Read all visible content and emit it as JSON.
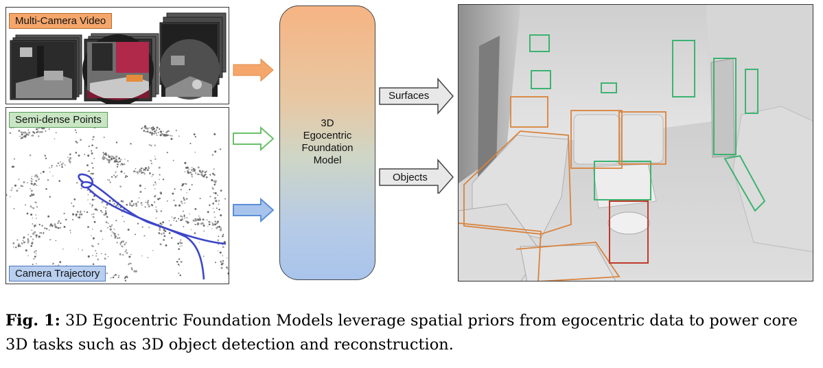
{
  "inputs": {
    "video_label": "Multi-Camera Video",
    "points_label": "Semi-dense Points",
    "trajectory_label": "Camera Trajectory"
  },
  "model": {
    "line1": "3D",
    "line2": "Egocentric",
    "line3": "Foundation",
    "line4": "Model"
  },
  "outputs": {
    "surfaces_label": "Surfaces",
    "objects_label": "Objects"
  },
  "caption": {
    "prefix": "Fig. 1:",
    "text": " 3D Egocentric Foundation Models leverage spatial priors from egocentric data to power core 3D tasks such as 3D object detection and reconstruction."
  },
  "colors": {
    "video": "#f5a66b",
    "points": "#6abf69",
    "trajectory": "#5b8fd6",
    "model_top": "#f6b483",
    "model_bottom": "#a9c4ec",
    "surface_box": "#3cb371",
    "object_box": "#d9823b",
    "detect_red": "#c0392b"
  }
}
